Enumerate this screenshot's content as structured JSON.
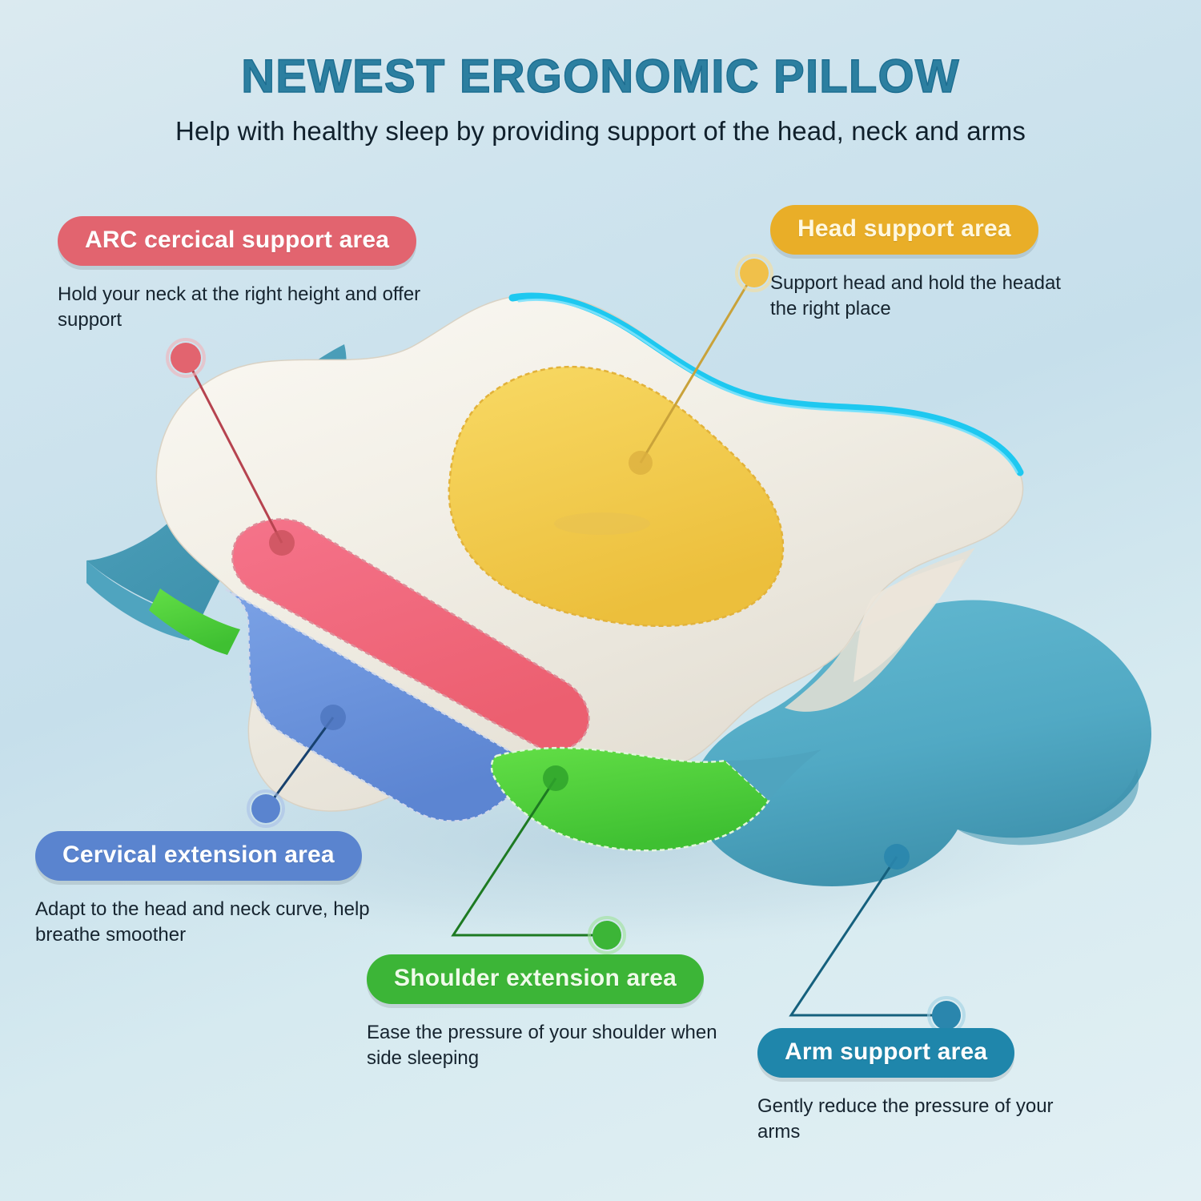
{
  "header": {
    "title": "NEWEST ERGONOMIC PILLOW",
    "subtitle": "Help with healthy sleep by providing support of the head, neck and arms",
    "title_color": "#2c7fa0",
    "subtitle_color": "#10202c"
  },
  "product": {
    "name": "ergonomic-memory-foam-pillow",
    "background_colors": [
      "#dbeaf0",
      "#c6dfeb",
      "#e2f0f4"
    ],
    "foam_color": "#f1eee6",
    "accent_outline_color": "#1ec8f0"
  },
  "callouts": [
    {
      "key": "arc-cervical",
      "label": "ARC cercical support area",
      "description": "Hold your neck at the right height and offer support",
      "color": "#e2646f",
      "dot_color": "#e2646f",
      "line_color": "#b6434f"
    },
    {
      "key": "head-support",
      "label": "Head support area",
      "description": "Support head and hold the headat the right place",
      "color": "#e9ae28",
      "dot_color": "#f0c04a",
      "line_color": "#c9a23a"
    },
    {
      "key": "cervical-extension",
      "label": "Cervical extension area",
      "description": "Adapt to the head and neck curve, help breathe smoother",
      "color": "#5a84cf",
      "dot_color": "#5a84cf",
      "line_color": "#17416e"
    },
    {
      "key": "shoulder-extension",
      "label": "Shoulder extension area",
      "description": "Ease the pressure of your shoulder when side sleeping",
      "color": "#3cb537",
      "dot_color": "#3cb537",
      "line_color": "#1d7a22"
    },
    {
      "key": "arm-support",
      "label": "Arm support area",
      "description": "Gently reduce the pressure of your arms",
      "color": "#1f86ab",
      "dot_color": "#2a86ad",
      "line_color": "#15607d"
    }
  ],
  "pillow_zones": [
    {
      "key": "head-zone",
      "label": "Head support area",
      "fill": "#f5d04f"
    },
    {
      "key": "arc-zone",
      "label": "ARC cercical support area",
      "fill": "#f26a7c"
    },
    {
      "key": "cervical-zone",
      "label": "Cervical extension area",
      "fill": "#6a93de"
    },
    {
      "key": "shoulder-zone",
      "label": "Shoulder extension area",
      "fill": "#4ed23e"
    },
    {
      "key": "arm-zone",
      "label": "Arm support area",
      "fill": "#57b1cb"
    }
  ]
}
